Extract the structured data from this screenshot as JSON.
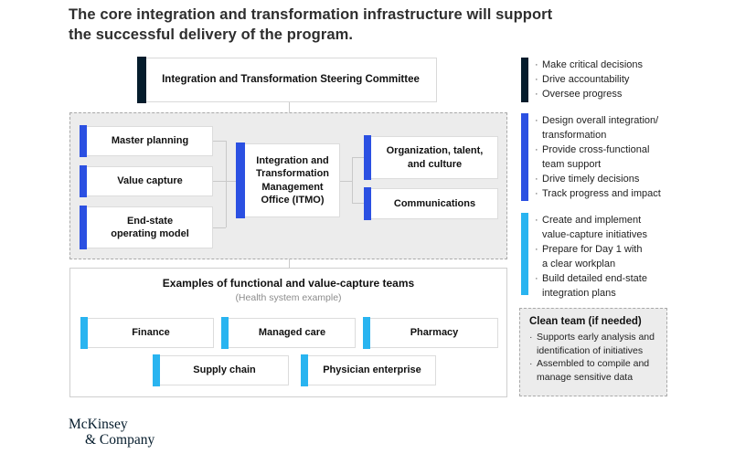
{
  "title": "The core integration and transformation infrastructure will support\nthe successful delivery of the program.",
  "colors": {
    "deep_navy": "#051c2c",
    "electric_blue": "#2b50e2",
    "cyan": "#29b4f0",
    "panel_gray": "#ececec",
    "connector_gray": "#c9c9c9"
  },
  "diagram": {
    "steering_committee": "Integration and Transformation Steering Committee",
    "left_boxes": {
      "master_planning": "Master planning",
      "value_capture": "Value capture",
      "end_state": "End-state\noperating model"
    },
    "itmo": "Integration and\nTransformation\nManagement\nOffice (ITMO)",
    "right_boxes": {
      "org_talent_culture": "Organization, talent,\nand culture",
      "communications": "Communications"
    },
    "examples": {
      "title": "Examples of functional and value-capture teams",
      "subtitle": "(Health system example)",
      "teams": {
        "finance": "Finance",
        "managed_care": "Managed care",
        "pharmacy": "Pharmacy",
        "supply_chain": "Supply chain",
        "physician_enterprise": "Physician enterprise"
      }
    }
  },
  "right_column": {
    "groups": [
      {
        "bar_color": "#051c2c",
        "bullets": [
          "Make critical decisions",
          "Drive accountability",
          "Oversee progress"
        ]
      },
      {
        "bar_color": "#2b50e2",
        "bullets": [
          "Design overall integration/\ntransformation",
          "Provide cross-functional\nteam support",
          "Drive timely decisions",
          "Track progress and impact"
        ]
      },
      {
        "bar_color": "#29b4f0",
        "bullets": [
          "Create and implement\nvalue-capture initiatives",
          "Prepare for Day 1 with\na clear workplan",
          "Build detailed end-state\nintegration plans"
        ]
      }
    ],
    "clean_team": {
      "title": "Clean team (if needed)",
      "bullets": [
        "Supports early analysis and\nidentification of initiatives",
        "Assembled to compile and\nmanage sensitive data"
      ]
    }
  },
  "logo": {
    "line1": "McKinsey",
    "line2": "& Company"
  }
}
